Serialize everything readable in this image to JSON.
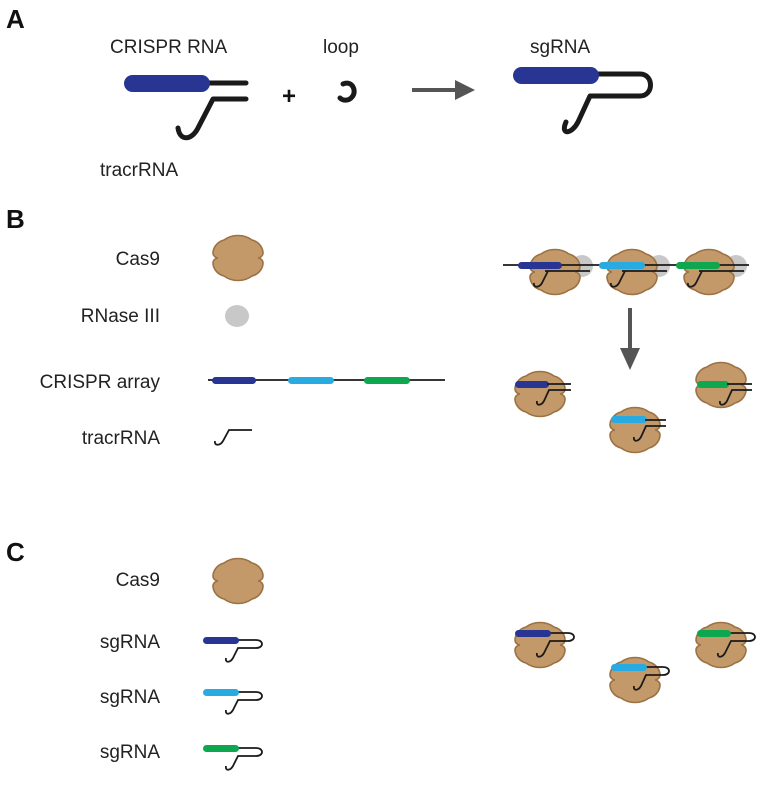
{
  "colors": {
    "dark_blue": "#283593",
    "light_blue": "#29abe2",
    "green": "#0ea64f",
    "cas9_fill": "#c4996a",
    "cas9_stroke": "#9c7244",
    "rnase": "#c8c8c8",
    "strand": "#1a1a1a",
    "arrow": "#555555"
  },
  "panel_a": {
    "letter": "A",
    "crispr_rna_label": "CRISPR RNA",
    "loop_label": "loop",
    "tracr_label": "tracrRNA",
    "plus": "+",
    "sgrna_label": "sgRNA"
  },
  "panel_b": {
    "letter": "B",
    "cas9_label": "Cas9",
    "rnase_label": "RNase III",
    "array_label": "CRISPR array",
    "tracr_label": "tracrRNA"
  },
  "panel_c": {
    "letter": "C",
    "cas9_label": "Cas9",
    "sgrna_labels": [
      "sgRNA",
      "sgRNA",
      "sgRNA"
    ]
  }
}
